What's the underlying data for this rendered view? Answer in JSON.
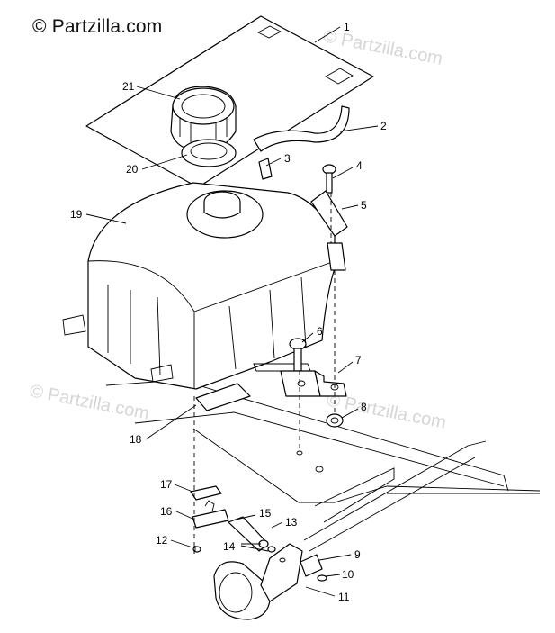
{
  "diagram": {
    "copyright": "© Partzilla.com",
    "watermark": "© Partzilla.com",
    "callouts": [
      {
        "id": "1",
        "label": "1"
      },
      {
        "id": "2",
        "label": "2"
      },
      {
        "id": "3",
        "label": "3"
      },
      {
        "id": "4",
        "label": "4"
      },
      {
        "id": "5",
        "label": "5"
      },
      {
        "id": "6",
        "label": "6"
      },
      {
        "id": "7",
        "label": "7"
      },
      {
        "id": "8",
        "label": "8"
      },
      {
        "id": "9",
        "label": "9"
      },
      {
        "id": "10",
        "label": "10"
      },
      {
        "id": "11",
        "label": "11"
      },
      {
        "id": "12",
        "label": "12"
      },
      {
        "id": "13",
        "label": "13"
      },
      {
        "id": "14",
        "label": "14"
      },
      {
        "id": "15",
        "label": "15"
      },
      {
        "id": "16",
        "label": "16"
      },
      {
        "id": "17",
        "label": "17"
      },
      {
        "id": "18",
        "label": "18"
      },
      {
        "id": "19",
        "label": "19"
      },
      {
        "id": "20",
        "label": "20"
      },
      {
        "id": "21",
        "label": "21"
      }
    ]
  }
}
